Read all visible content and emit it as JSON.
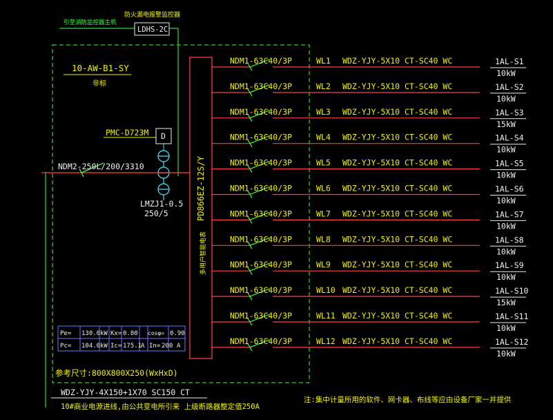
{
  "top": {
    "ldhs_device": "LDHS-2C",
    "monitor_label": "防火漏电报警监控器",
    "lead_note": "引至消防监控器主机"
  },
  "panel": {
    "name": "10-AW-B1-SY",
    "subtitle": "非标",
    "meter": "PMC-D723M",
    "meter_box": "D",
    "incoming_breaker": "NDM2-250L/200/3310",
    "ct_model": "LMZJ1-0.5",
    "ct_ratio": "250/5",
    "surge_protector": "PD866EZ-12S/Y",
    "surge_label": "多用户智能电表",
    "size_note": "参考尺寸:800X800X250(WxHxD)"
  },
  "params": {
    "pe_label": "Pe=",
    "pe_value": "130.0",
    "pe_unit": "kW",
    "kx_label": "Kx=",
    "kx_value": "0.80",
    "cos_label": "cosφ=",
    "cos_value": "0.90",
    "pc_label": "Pc=",
    "pc_value": "104.0",
    "pc_unit": "kW",
    "ic_label": "Ic=",
    "ic_value": "175.1",
    "ic_unit": "A",
    "in_label": "In=",
    "in_value": "200",
    "in_unit": "A"
  },
  "circuits": [
    {
      "breaker": "NDM1-63C40/3P",
      "wl": "WL1",
      "cable": "WDZ-YJY-5X10  CT-SC40  WC",
      "load": "1AL-S1",
      "power": "10kW"
    },
    {
      "breaker": "NDM1-63C40/3P",
      "wl": "WL2",
      "cable": "WDZ-YJY-5X10  CT-SC40  WC",
      "load": "1AL-S2",
      "power": "10kW"
    },
    {
      "breaker": "NDM1-63C40/3P",
      "wl": "WL3",
      "cable": "WDZ-YJY-5X10  CT-SC40  WC",
      "load": "1AL-S3",
      "power": "15kW"
    },
    {
      "breaker": "NDM1-63C40/3P",
      "wl": "WL4",
      "cable": "WDZ-YJY-5X10  CT-SC40  WC",
      "load": "1AL-S4",
      "power": "10kW"
    },
    {
      "breaker": "NDM1-63C40/3P",
      "wl": "WL5",
      "cable": "WDZ-YJY-5X10  CT-SC40  WC",
      "load": "1AL-S5",
      "power": "10kW"
    },
    {
      "breaker": "NDM1-63C40/3P",
      "wl": "WL6",
      "cable": "WDZ-YJY-5X10  CT-SC40  WC",
      "load": "1AL-S6",
      "power": "10kW"
    },
    {
      "breaker": "NDM1-63C40/3P",
      "wl": "WL7",
      "cable": "WDZ-YJY-5X10  CT-SC40  WC",
      "load": "1AL-S7",
      "power": "10kW"
    },
    {
      "breaker": "NDM1-63C40/3P",
      "wl": "WL8",
      "cable": "WDZ-YJY-5X10  CT-SC40  WC",
      "load": "1AL-S8",
      "power": "10kW"
    },
    {
      "breaker": "NDM1-63C40/3P",
      "wl": "WL9",
      "cable": "WDZ-YJY-5X10  CT-SC40  WC",
      "load": "1AL-S9",
      "power": "10kW"
    },
    {
      "breaker": "NDM1-63C40/3P",
      "wl": "WL10",
      "cable": "WDZ-YJY-5X10  CT-SC40  WC",
      "load": "1AL-S10",
      "power": "15kW"
    },
    {
      "breaker": "NDM1-63C40/3P",
      "wl": "WL11",
      "cable": "WDZ-YJY-5X10  CT-SC40  WC",
      "load": "1AL-S11",
      "power": "10kW"
    },
    {
      "breaker": "NDM1-63C40/3P",
      "wl": "WL12",
      "cable": "WDZ-YJY-5X10  CT-SC40  WC",
      "load": "1AL-S12",
      "power": "10kW"
    }
  ],
  "bottom": {
    "incoming_cable": "WDZ-YJY-4X150+1X70  SC150  CT",
    "source_note": "10#商业电源进线,由公共变电所引来 上级断路器整定值250A",
    "remark": "注:集中计量所用的软件、网卡器、布线等应由设备厂家一并提供"
  },
  "colors": {
    "background": "#000000",
    "enclosure": "#40ff40",
    "text_yellow": "#f2f200",
    "bus_red": "#ff4040",
    "device_cyan": "#40e8ff",
    "param_blue": "#5b7cff"
  }
}
